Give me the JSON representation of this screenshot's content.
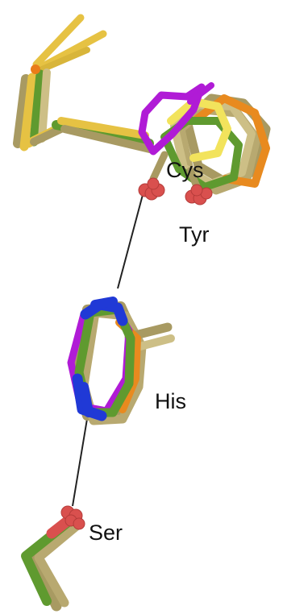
{
  "labels": {
    "cys": "Cys",
    "tyr": "Tyr",
    "his": "His",
    "ser": "Ser"
  },
  "colors": {
    "background": "#ffffff",
    "carbon_green": "#5f9a2f",
    "carbon_gold": "#e6c243",
    "carbon_khaki": "#a89a62",
    "carbon_tan": "#cdbf86",
    "carbon_orange": "#e88a1f",
    "carbon_magenta": "#b01bd6",
    "carbon_yellow": "#f2e35c",
    "oxygen_red": "#d9504e",
    "nitrogen_blue": "#2039d6",
    "sulfur_orange": "#ea7c18",
    "hbond_line": "#222222"
  }
}
